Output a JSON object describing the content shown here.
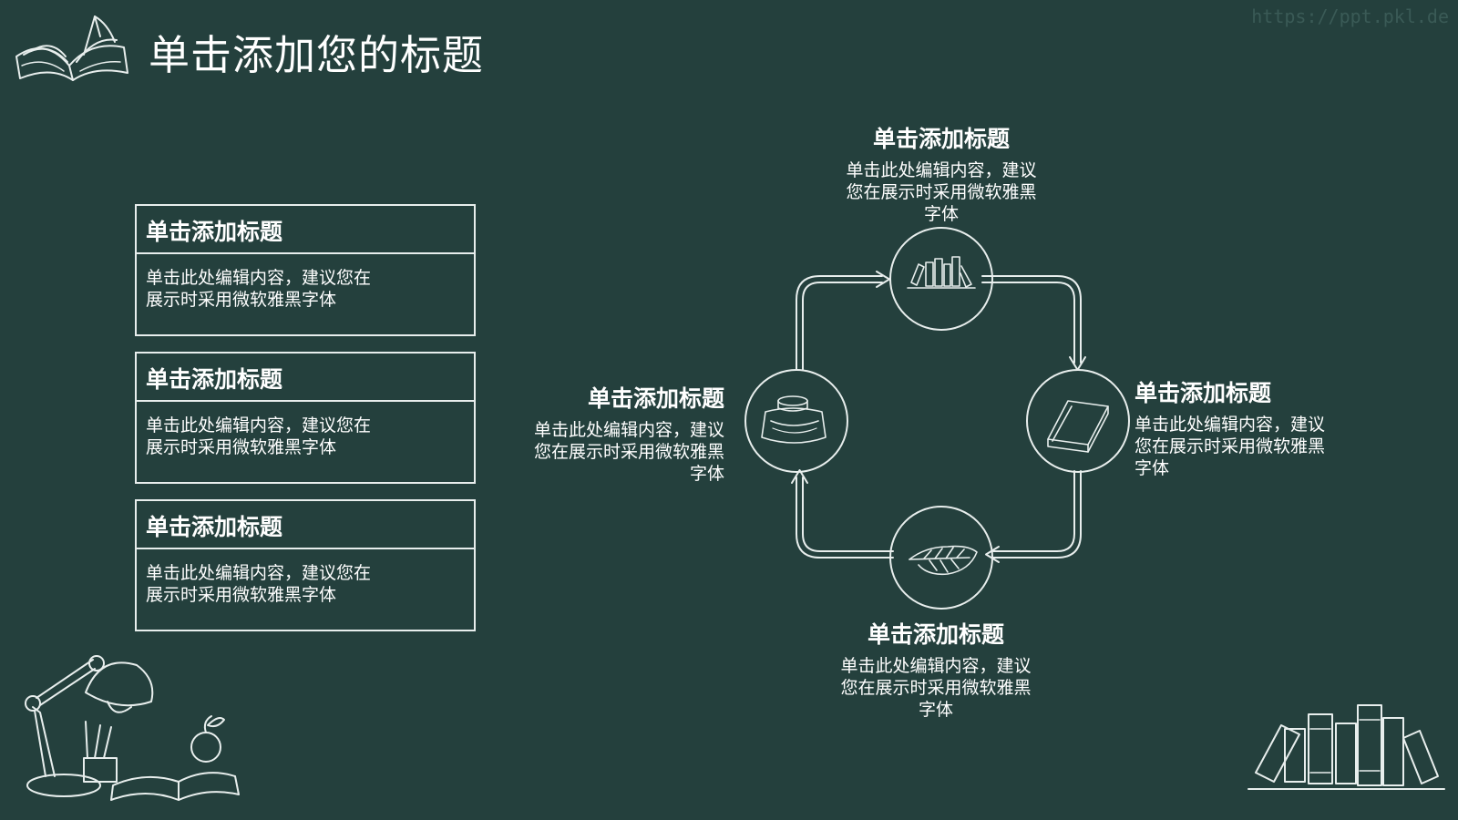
{
  "header": {
    "title": "单击添加您的标题",
    "watermark": "https://ppt.pkl.de"
  },
  "cards": [
    {
      "title": "单击添加标题",
      "lines": [
        "单击此处编辑内容，建议您在",
        "展示时采用微软雅黑字体"
      ]
    },
    {
      "title": "单击添加标题",
      "lines": [
        "单击此处编辑内容，建议您在",
        "展示时采用微软雅黑字体"
      ]
    },
    {
      "title": "单击添加标题",
      "lines": [
        "单击此处编辑内容，建议您在",
        "展示时采用微软雅黑字体"
      ]
    }
  ],
  "cycle": {
    "top": {
      "title": "单击添加标题",
      "lines": [
        "单击此处编辑内容，建议",
        "您在展示时采用微软雅黑",
        "字体"
      ],
      "icon": "books-icon"
    },
    "right": {
      "title": "单击添加标题",
      "lines": [
        "单击此处编辑内容，建议",
        "您在展示时采用微软雅黑",
        "字体"
      ],
      "icon": "book-icon"
    },
    "bottom": {
      "title": "单击添加标题",
      "lines": [
        "单击此处编辑内容，建议",
        "您在展示时采用微软雅黑",
        "字体"
      ],
      "icon": "leaf-icon"
    },
    "left": {
      "title": "单击添加标题",
      "lines": [
        "单击此处编辑内容，建议",
        "您在展示时采用微软雅黑",
        "字体"
      ],
      "icon": "ink-bottle-icon"
    }
  },
  "colors": {
    "background": "#24403d",
    "line": "#e8eeed",
    "text": "#ffffff"
  }
}
